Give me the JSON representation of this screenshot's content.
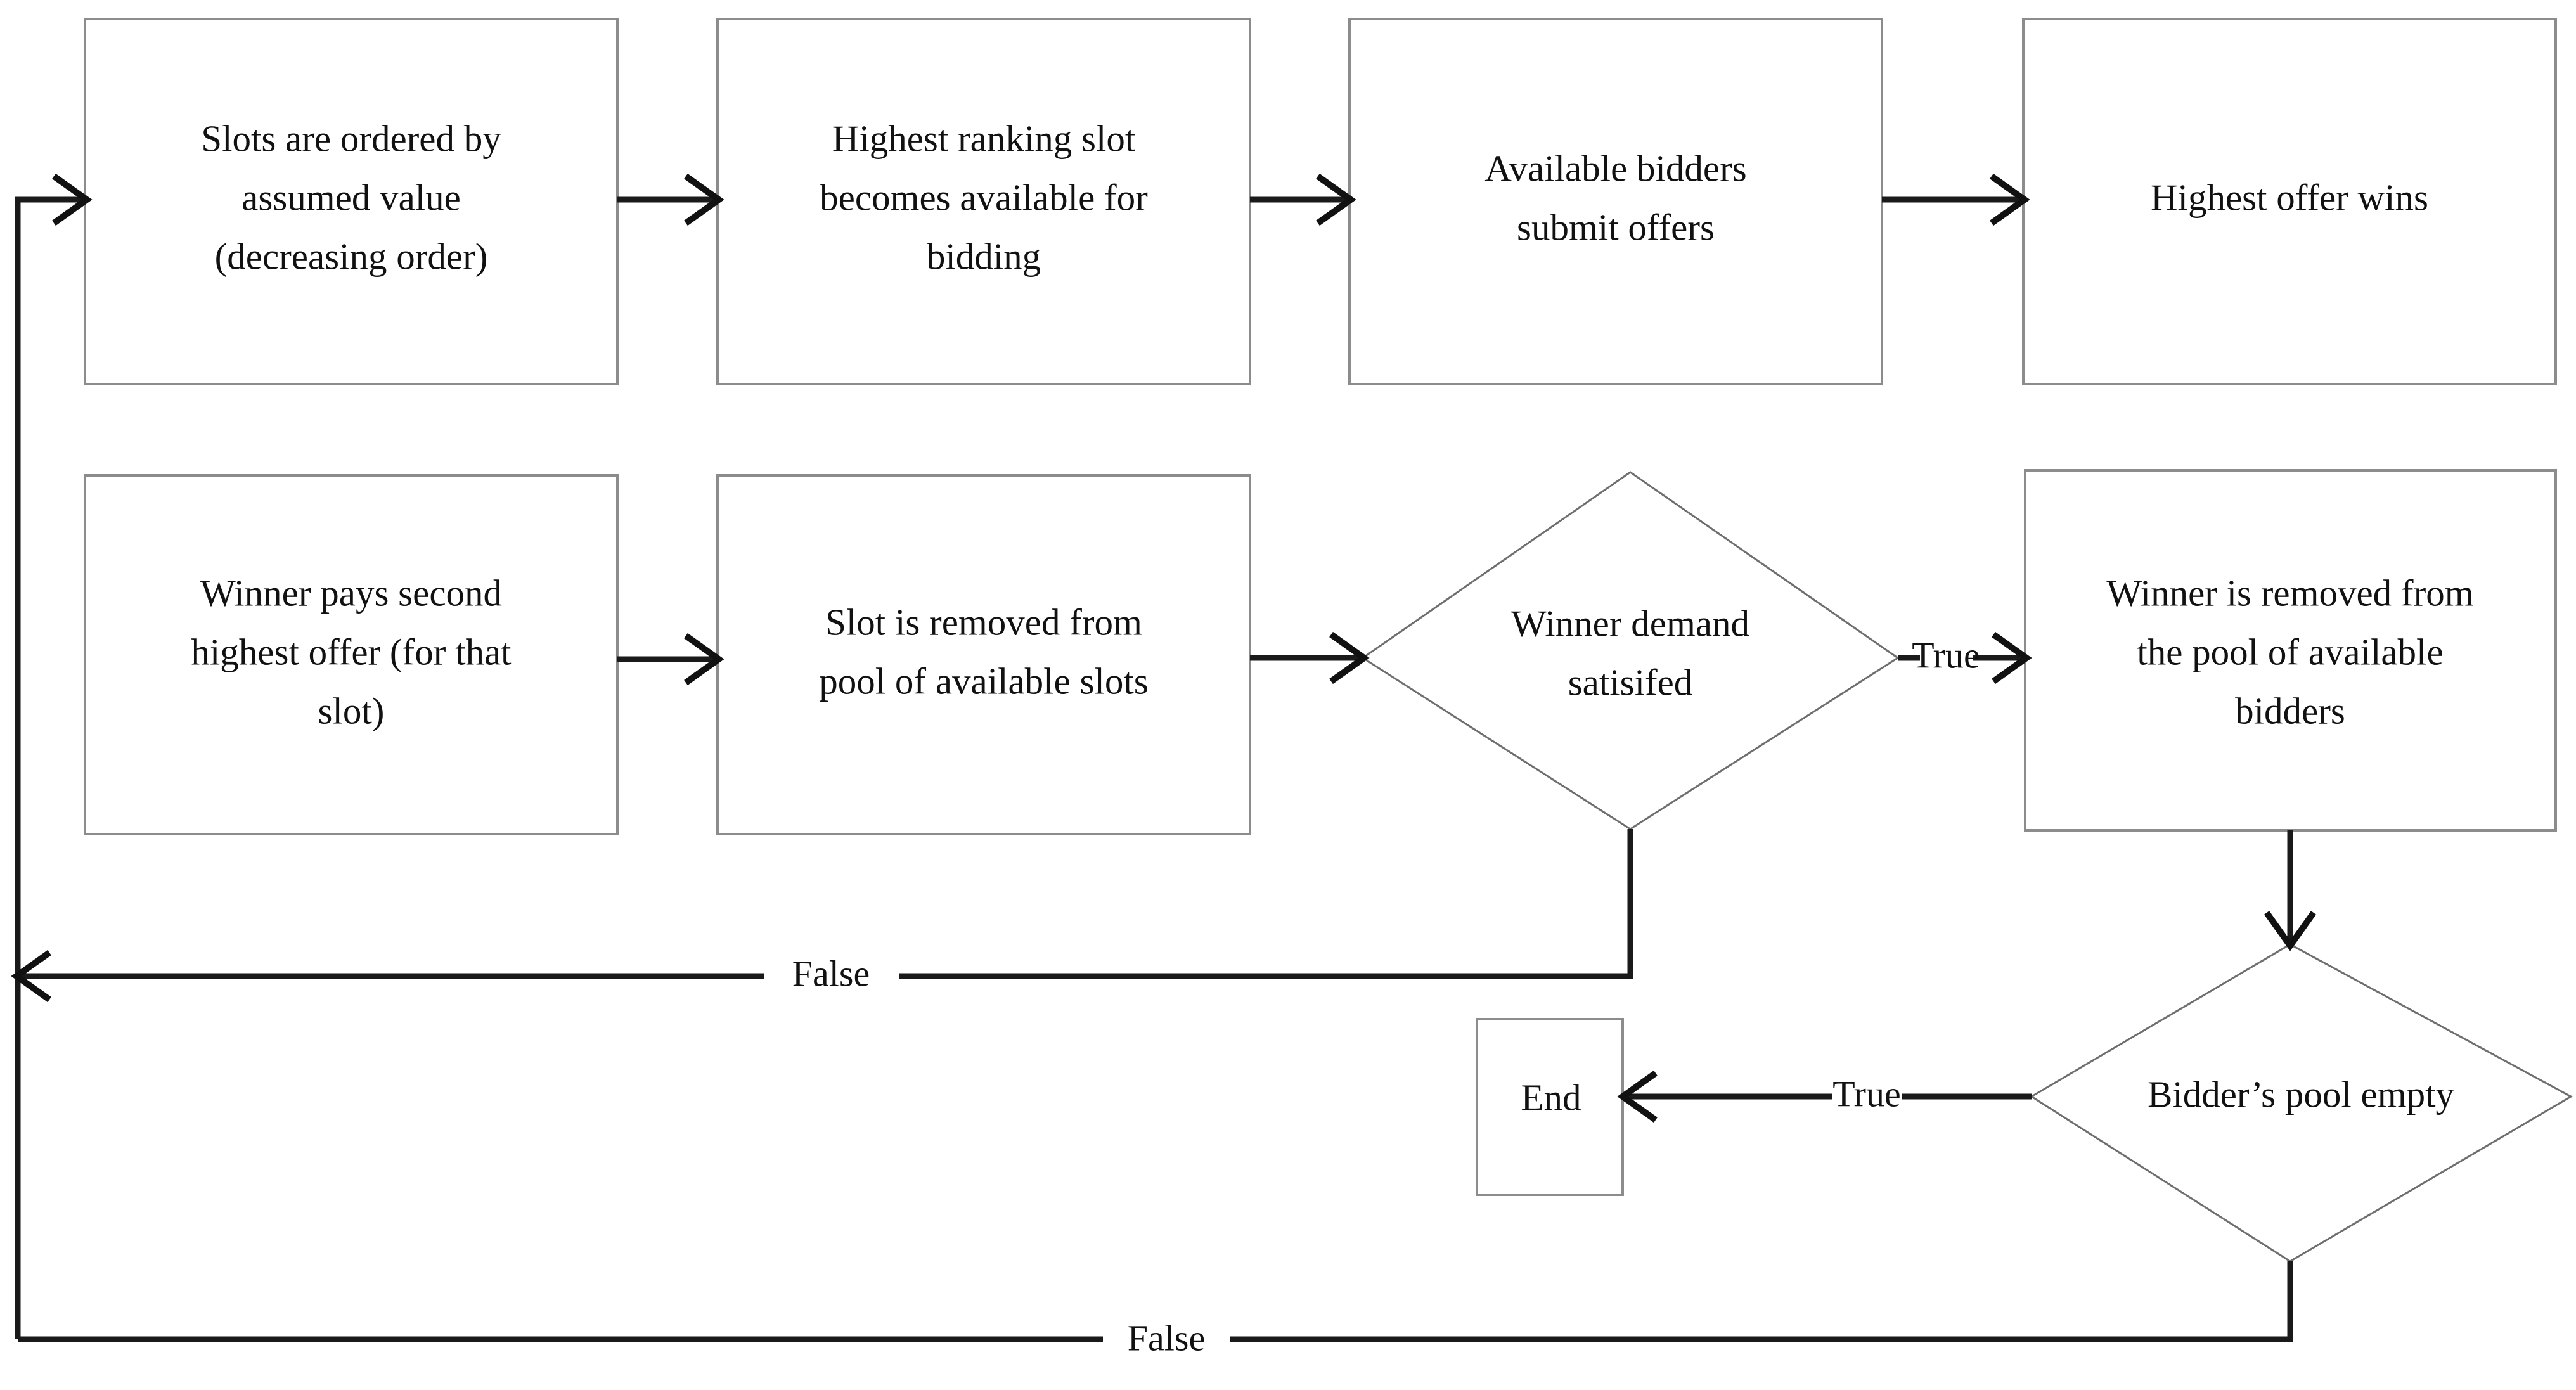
{
  "diagram": {
    "type": "flowchart",
    "title": "Slot auction bidding process flowchart",
    "background_color": "#ffffff",
    "box_border_color": "#8c8c8c",
    "connector_color": "#1a1a1a",
    "text_color": "#111111",
    "nodes": [
      {
        "id": "n1",
        "shape": "rectangle",
        "lines": [
          "Slots are ordered by",
          "assumed value",
          "(decreasing order)"
        ]
      },
      {
        "id": "n2",
        "shape": "rectangle",
        "lines": [
          "Highest ranking slot",
          "becomes available for",
          "bidding"
        ]
      },
      {
        "id": "n3",
        "shape": "rectangle",
        "lines": [
          "Available bidders",
          "submit offers"
        ]
      },
      {
        "id": "n4",
        "shape": "rectangle",
        "lines": [
          "Highest offer wins"
        ]
      },
      {
        "id": "n5",
        "shape": "rectangle",
        "lines": [
          "Winner pays second",
          "highest offer (for that",
          "slot)"
        ]
      },
      {
        "id": "n6",
        "shape": "rectangle",
        "lines": [
          "Slot is removed from",
          "pool of available slots"
        ]
      },
      {
        "id": "n7",
        "shape": "diamond",
        "lines": [
          "Winner demand",
          "satisifed"
        ]
      },
      {
        "id": "n8",
        "shape": "rectangle",
        "lines": [
          "Winner is removed from",
          "the pool of available",
          "bidders"
        ]
      },
      {
        "id": "n9",
        "shape": "diamond",
        "lines": [
          "Bidder’s pool empty"
        ]
      },
      {
        "id": "n10",
        "shape": "rectangle",
        "lines": [
          "End"
        ]
      }
    ],
    "edge_labels": {
      "demand_true": "True",
      "demand_false": "False",
      "pool_true": "True",
      "pool_false": "False"
    }
  }
}
